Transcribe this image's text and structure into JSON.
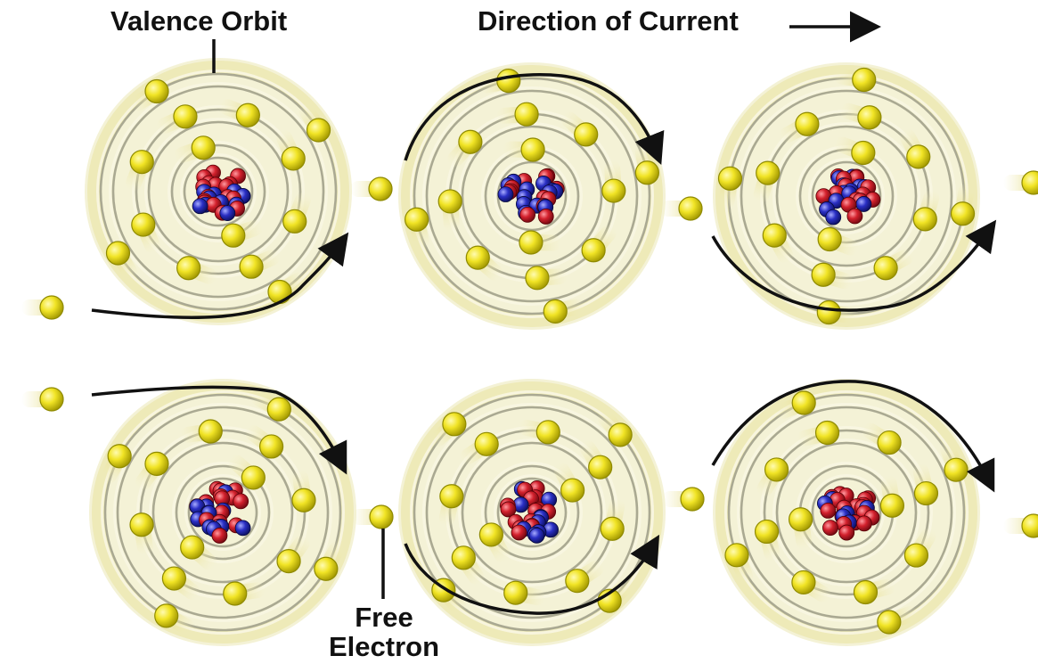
{
  "labels": {
    "valence_orbit": "Valence Orbit",
    "direction_of_current": "Direction of Current",
    "free_electron_line1": "Free",
    "free_electron_line2": "Electron"
  },
  "atoms": [
    {
      "row": 1,
      "col": 1
    },
    {
      "row": 1,
      "col": 2
    },
    {
      "row": 1,
      "col": 3
    },
    {
      "row": 2,
      "col": 1
    },
    {
      "row": 2,
      "col": 2
    },
    {
      "row": 2,
      "col": 3
    }
  ],
  "colors": {
    "electron": "#e8df1f",
    "electron_edge": "#8f8a00",
    "orbit_glow": "#eeeab8",
    "orbit_ring": "#9c9c86",
    "proton": "#d3212d",
    "neutron": "#2a2fc4",
    "arrow": "#111111"
  }
}
